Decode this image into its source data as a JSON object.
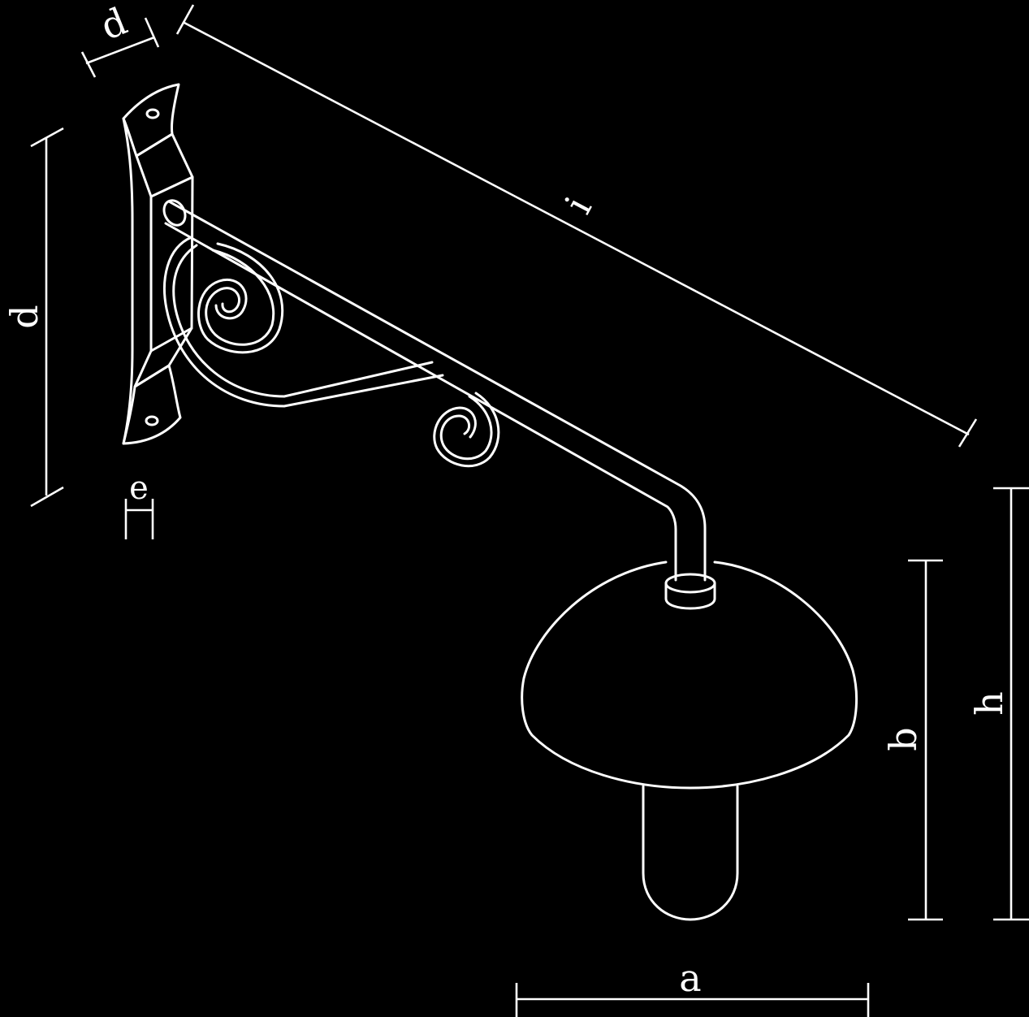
{
  "labels": {
    "depth_top": "d",
    "depth_side": "d",
    "length": "i",
    "thickness": "e",
    "bulb_height": "b",
    "total_height": "h",
    "shade_width": "a"
  },
  "colors": {
    "background": "#000000",
    "line": "#ffffff"
  }
}
